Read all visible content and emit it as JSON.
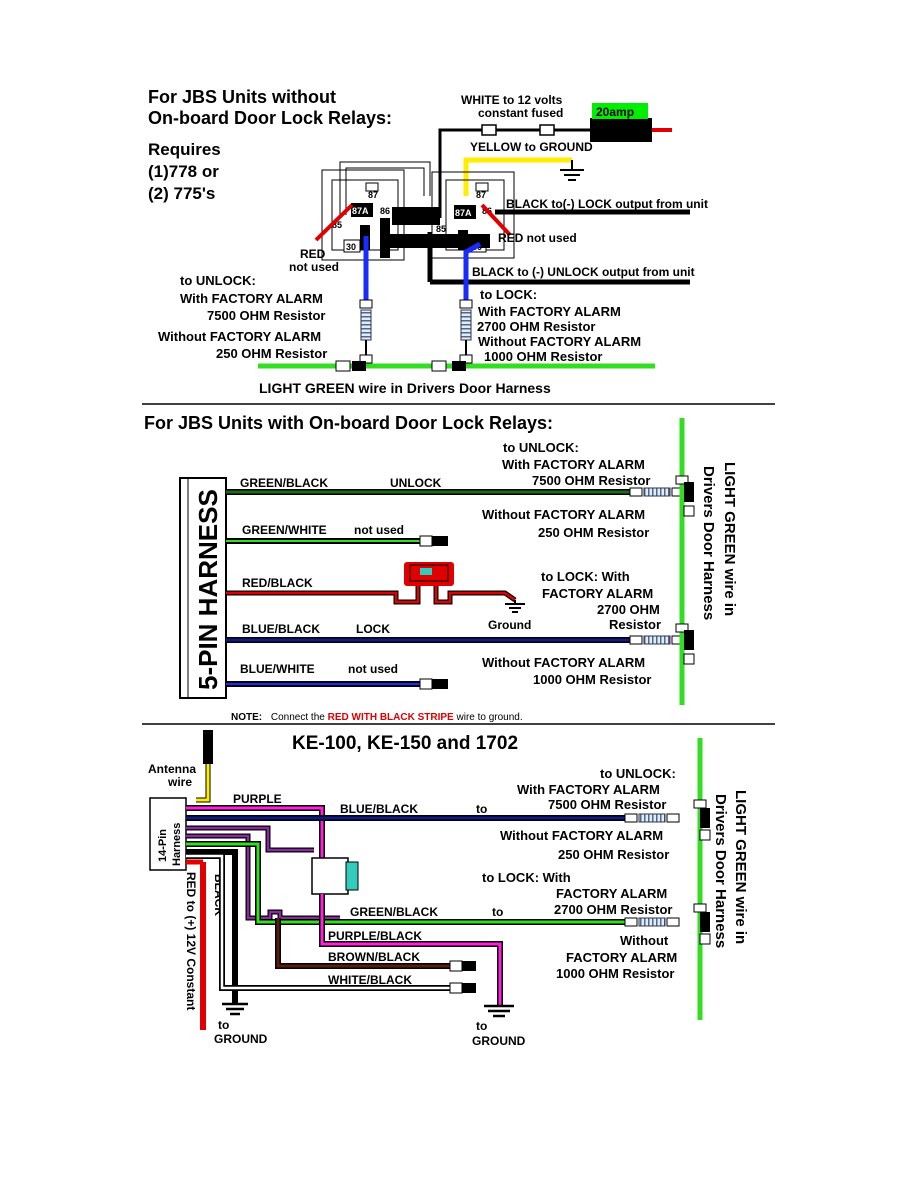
{
  "section1": {
    "heading_line1": "For JBS Units without",
    "heading_line2": "On-board Door Lock Relays:",
    "requires_line1": "Requires",
    "requires_line2": "(1)778 or",
    "requires_line3": "(2) 775's",
    "white_wire_line1": "WHITE to 12 volts",
    "white_wire_line2": "constant fused",
    "fuse_label": "20amp",
    "yellow_wire": "YELLOW to GROUND",
    "black_lock": "BLACK to(-) LOCK output from unit",
    "red_not_used_right": "RED not used",
    "red_not_used_left_line1": "RED",
    "red_not_used_left_line2": "not used",
    "black_unlock": "BLACK to (-) UNLOCK output from unit",
    "relay_pins": {
      "p87": "87",
      "p87a": "87A",
      "p85": "85",
      "p86": "86",
      "p30": "30"
    },
    "unlock_title": "to UNLOCK:",
    "unlock_with": "With FACTORY ALARM",
    "unlock_with_res": "7500 OHM Resistor",
    "unlock_without": "Without FACTORY ALARM",
    "unlock_without_res": "250 OHM Resistor",
    "lock_title": "to LOCK:",
    "lock_with": "With FACTORY ALARM",
    "lock_with_res": "2700 OHM Resistor",
    "lock_without": "Without FACTORY ALARM",
    "lock_without_res": "1000 OHM Resistor",
    "green_wire": "LIGHT GREEN wire in Drivers Door Harness"
  },
  "section2": {
    "heading": "For JBS Units with On-board Door Lock Relays:",
    "harness": "5-PIN HARNESS",
    "wire1": "GREEN/BLACK",
    "wire1_fn": "UNLOCK",
    "wire2": "GREEN/WHITE",
    "wire2_fn": "not used",
    "wire3": "RED/BLACK",
    "wire4": "BLUE/BLACK",
    "wire4_fn": "LOCK",
    "wire5": "BLUE/WHITE",
    "wire5_fn": "not used",
    "ground": "Ground",
    "unlock_title": "to UNLOCK:",
    "unlock_with": "With FACTORY ALARM",
    "unlock_with_res": "7500 OHM Resistor",
    "unlock_without": "Without FACTORY ALARM",
    "unlock_without_res": "250 OHM Resistor",
    "lock_line1": "to LOCK: With",
    "lock_line2": "FACTORY ALARM",
    "lock_line3": "2700 OHM",
    "lock_line4": "Resistor",
    "lock_without": "Without FACTORY ALARM",
    "lock_without_res": "1000 OHM Resistor",
    "green_line1": "LIGHT GREEN wire in",
    "green_line2": "Drivers Door Harness",
    "note_label": "NOTE:",
    "note_pre": "Connect the ",
    "note_bold": "RED WITH BLACK STRIPE",
    "note_post": " wire to ground."
  },
  "section3": {
    "heading": "KE-100, KE-150 and 1702",
    "antenna_line1": "Antenna",
    "antenna_line2": "wire",
    "harness_line1": "14-Pin",
    "harness_line2": "Harness",
    "purple": "PURPLE",
    "blue_black": "BLUE/BLACK",
    "to1": "to",
    "green_black": "GREEN/BLACK",
    "to2": "to",
    "purple_black": "PURPLE/BLACK",
    "brown_black": "BROWN/BLACK",
    "white_black": "WHITE/BLACK",
    "black": "BLACK",
    "red_constant": "RED to (+) 12V Constant",
    "to_ground_left_line1": "to",
    "to_ground_left_line2": "GROUND",
    "to_ground_right_line1": "to",
    "to_ground_right_line2": "GROUND",
    "unlock_title": "to UNLOCK:",
    "unlock_with": "With FACTORY ALARM",
    "unlock_with_res": "7500 OHM Resistor",
    "unlock_without": "Without FACTORY ALARM",
    "unlock_without_res": "250 OHM Resistor",
    "lock_line1": "to LOCK: With",
    "lock_line2": "FACTORY ALARM",
    "lock_line3": "2700 OHM Resistor",
    "lock_line4": "Without",
    "lock_line5": "FACTORY ALARM",
    "lock_line6": "1000 OHM Resistor",
    "green_line1": "LIGHT GREEN wire in",
    "green_line2": "Drivers Door Harness"
  },
  "colors": {
    "light_green": "#33dd22",
    "blue": "#1a2bff",
    "navy": "#101a80",
    "red": "#e00000",
    "yellow": "#ffee00",
    "purple": "#ff22dd",
    "dark_purple": "#8a2b9e",
    "brown": "#5a1c10",
    "dark_green": "#1e6b1e",
    "fuse_green": "#00ee00",
    "connector_cyan": "#33ccbb"
  }
}
